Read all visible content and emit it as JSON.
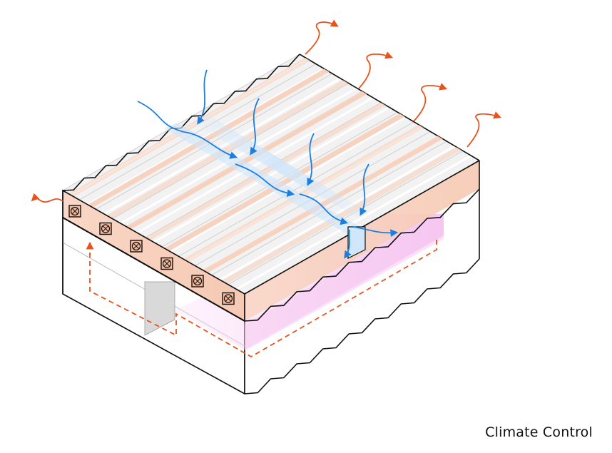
{
  "diagram": {
    "caption": "Climate Control",
    "fan_count": 6,
    "skylight_count": 9,
    "heat_out_arrow_count": 5,
    "air_in_arrow_count": 7,
    "colors": {
      "outline": "#111111",
      "roof_base": "#f2f2f2",
      "roof_highlight": "#ffffff",
      "skylight_warm": "#f7cdb8",
      "airflow_blue": "#1a7fe0",
      "airflow_glow": "#cfe6fb",
      "heat_orange": "#e8521c",
      "fan_wall": "#f8d2c0",
      "dehumidify_pink": "#f6c8f0",
      "shadow_grey": "#d9d9d9"
    },
    "icons": {
      "fan": "fan-unit-icon",
      "air_in": "wavy-arrow-icon",
      "heat_out": "wavy-arrow-icon"
    }
  }
}
